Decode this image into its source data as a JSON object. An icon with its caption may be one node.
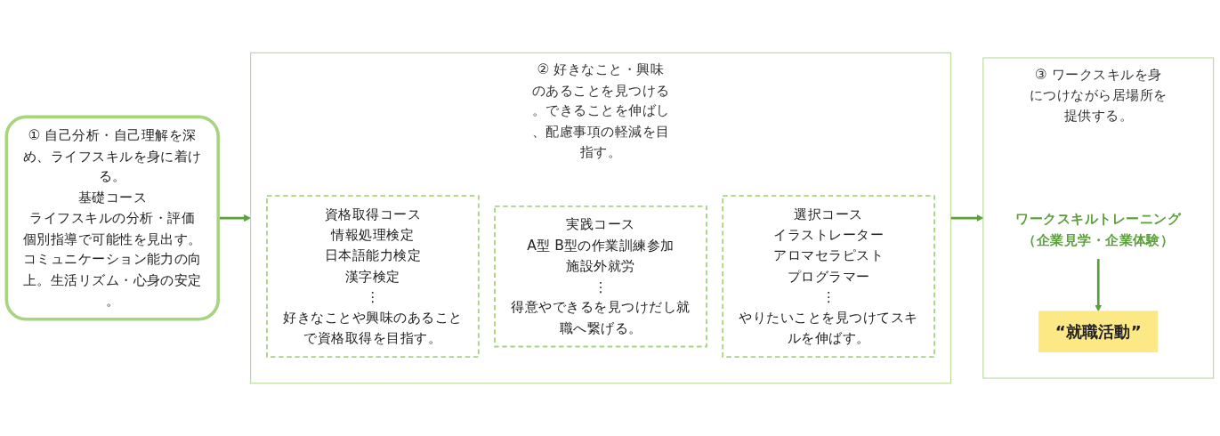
{
  "diagram": {
    "nodes": [
      {
        "text": [
          "① 自己分析・自己理解を深め、ライフスキルを身に着ける。",
          "基礎コース",
          "ライフスキルの分析・評価",
          "個別指導で可能性を見出す。コミュニケーション能力の向上。生活リズム・心身の安定。"
        ]
      },
      {
        "text": [
          "② 好きなこと・興味のあることを見つける。できることを伸ばし、配慮事項の軽減を目指す。"
        ]
      },
      {
        "text": [
          "資格取得コース",
          "情報処理検定",
          "日本語能力検定",
          "漢字検定",
          "⋮",
          "好きなことや興味のあることで資格取得を目指す。"
        ],
        "in": 1
      },
      {
        "text": [
          "実践コース",
          "A型 B型の作業訓練参加",
          "施設外就労",
          "⋮",
          "得意やできるを見つけだし就職へ繋げる。"
        ],
        "in": 1
      },
      {
        "text": [
          "選択コース",
          "イラストレーター",
          "アロマセラピスト",
          "プログラマー",
          "⋮",
          "やりたいことを見つけてスキルを伸ばす。"
        ],
        "in": 1
      },
      {
        "text": [
          "③ ワークスキルを身につけながら居場所を提供する。"
        ]
      },
      {
        "text": [
          "ワークスキルトレーニング",
          "（企業見学・企業体験）"
        ],
        "in": 5
      },
      {
        "text": [
          "“就職活動”"
        ],
        "in": 5
      }
    ],
    "edges": [
      {
        "from": 0,
        "to": 1,
        "arrow": "to"
      },
      {
        "from": 1,
        "to": 5,
        "arrow": "to"
      },
      {
        "from": 6,
        "to": 7,
        "arrow": "to"
      }
    ]
  }
}
